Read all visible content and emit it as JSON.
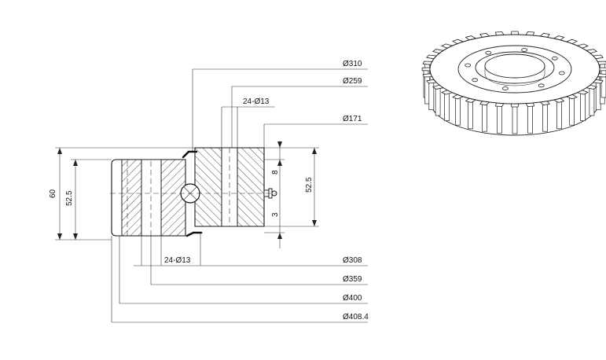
{
  "dimensions": {
    "d310": "Ø310",
    "d259": "Ø259",
    "holes_top": "24-Ø13",
    "d171": "Ø171",
    "d308": "Ø308",
    "holes_bottom": "24-Ø13",
    "d359": "Ø359",
    "d400": "Ø400",
    "d408": "Ø408.4",
    "height_total": "60",
    "height_left": "52.5",
    "height_right": "52.5",
    "offset_top": "8",
    "offset_bottom": "3"
  },
  "colors": {
    "line": "#222222",
    "background": "#ffffff"
  },
  "gear": {
    "teeth": 36
  }
}
